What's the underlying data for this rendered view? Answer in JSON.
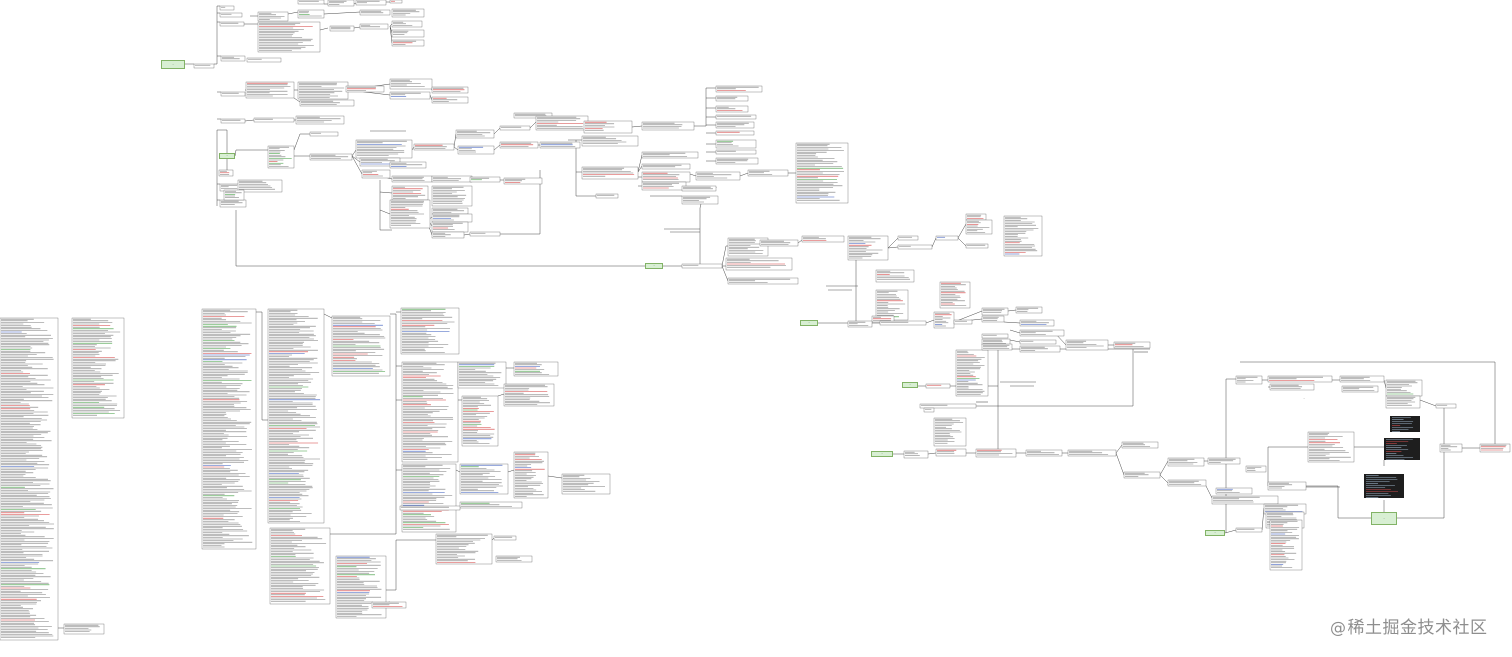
{
  "diagram": {
    "hubs": [
      {
        "id": "hub-a",
        "label": "·"
      },
      {
        "id": "hub-b",
        "label": "·"
      },
      {
        "id": "hub-c",
        "label": "·"
      },
      {
        "id": "hub-d",
        "label": "·"
      },
      {
        "id": "hub-e",
        "label": "·"
      },
      {
        "id": "hub-f",
        "label": "·"
      },
      {
        "id": "hub-g",
        "label": "·"
      },
      {
        "id": "hub-h",
        "label": "·"
      },
      {
        "id": "hub-i",
        "label": "·"
      }
    ]
  },
  "watermark": {
    "at": "@",
    "text": "稀土掘金技术社区"
  },
  "colors": {
    "hub_fill": "#d8efd3",
    "hub_border": "#82b366",
    "edge": "#333333",
    "note_border": "#555555",
    "note_text": "#7a7a7a",
    "highlight_red": "#d33b3b",
    "highlight_green": "#3a9a3a",
    "highlight_blue": "#3355bb",
    "terminal_bg": "#1e1e1e"
  }
}
